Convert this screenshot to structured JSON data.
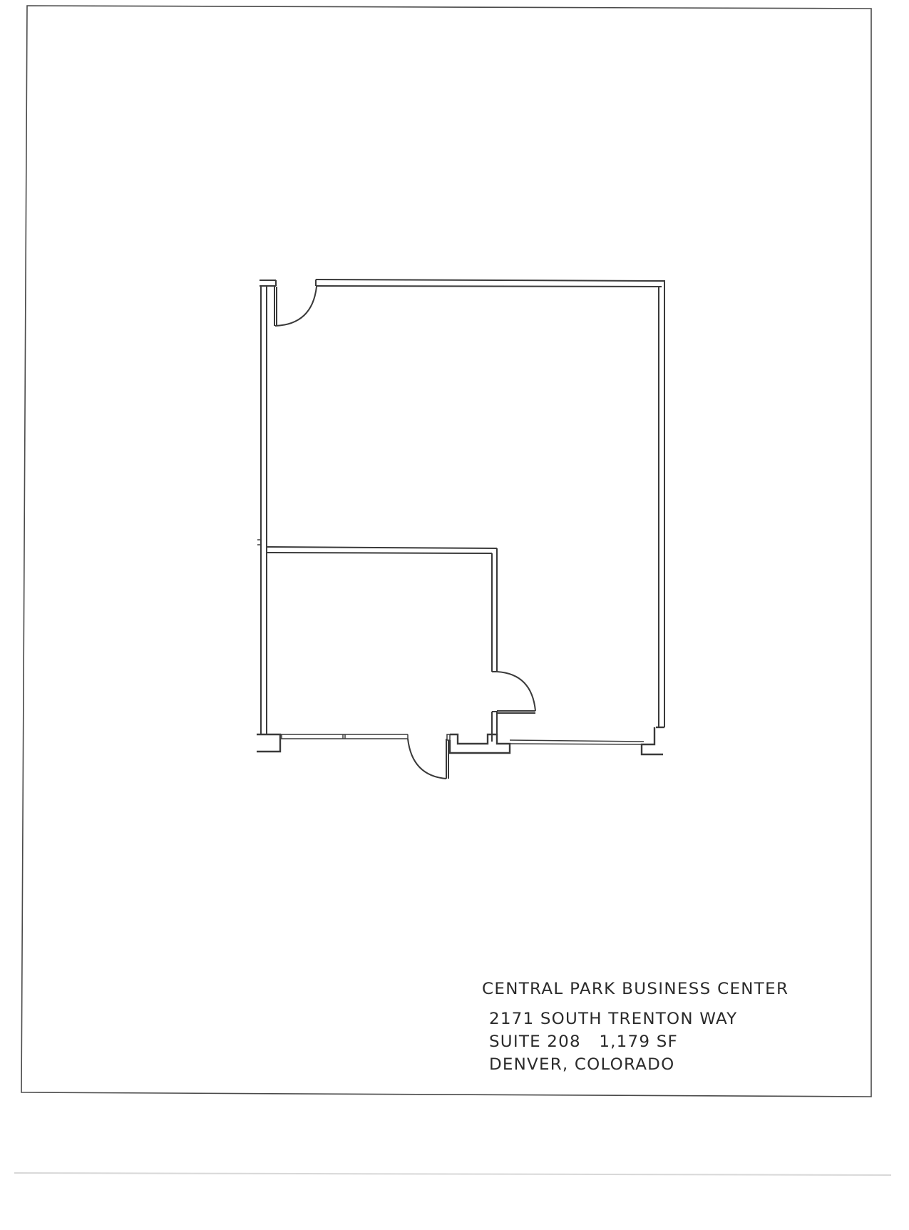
{
  "document": {
    "type": "floor-plan",
    "colors": {
      "line": "#3a3a3a",
      "background": "#ffffff"
    }
  },
  "title_block": {
    "project_name": "CENTRAL PARK BUSINESS CENTER",
    "address": "2171 SOUTH TRENTON WAY",
    "suite_area": "SUITE 208   1,179 SF",
    "city_state": "DENVER, COLORADO"
  },
  "floor_plan": {
    "suite": "SUITE 208",
    "area_sf": "1,179 SF",
    "rooms": [
      {
        "name": "open-office-area"
      },
      {
        "name": "private-office"
      }
    ],
    "doors": [
      {
        "name": "top-left-door"
      },
      {
        "name": "private-office-door"
      },
      {
        "name": "entry-door"
      }
    ],
    "windows": [
      {
        "name": "storefront-window"
      }
    ]
  }
}
